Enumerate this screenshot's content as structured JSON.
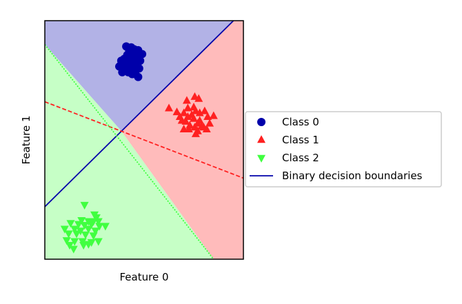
{
  "chart_data": {
    "type": "scatter",
    "xlabel": "Feature 0",
    "ylabel": "Feature 1",
    "xlim": [
      -10.0,
      10.0
    ],
    "ylim": [
      -10.0,
      15.0
    ],
    "ticks_shown": false,
    "grid": false,
    "legend_placement": "center-right, outside axes",
    "regions": [
      {
        "class": "Class 0",
        "color": "#b2b2e6"
      },
      {
        "class": "Class 1",
        "color": "#ffbbbb"
      },
      {
        "class": "Class 2",
        "color": "#c6ffc6"
      }
    ],
    "series": [
      {
        "name": "Class 0",
        "marker": "circle",
        "color": "#0000aa",
        "points": [
          [
            -1.8,
            12.3
          ],
          [
            -1.3,
            12.2
          ],
          [
            -1.0,
            12.0
          ],
          [
            -0.6,
            11.9
          ],
          [
            -1.5,
            11.8
          ],
          [
            -0.9,
            11.7
          ],
          [
            -1.7,
            11.4
          ],
          [
            -1.2,
            11.3
          ],
          [
            -0.7,
            11.4
          ],
          [
            -0.2,
            11.5
          ],
          [
            -2.0,
            11.0
          ],
          [
            -1.5,
            11.0
          ],
          [
            -1.0,
            11.0
          ],
          [
            -0.4,
            10.8
          ],
          [
            -2.3,
            10.8
          ],
          [
            -1.6,
            10.6
          ],
          [
            -1.1,
            10.4
          ],
          [
            -0.7,
            10.2
          ],
          [
            -2.5,
            10.2
          ],
          [
            -1.9,
            10.0
          ],
          [
            -1.3,
            9.9
          ],
          [
            -0.9,
            9.6
          ],
          [
            -2.2,
            9.6
          ],
          [
            -0.6,
            9.1
          ],
          [
            -1.6,
            9.6
          ],
          [
            -1.2,
            9.4
          ],
          [
            -0.8,
            10.6
          ],
          [
            -1.4,
            11.6
          ],
          [
            -2.1,
            10.4
          ],
          [
            -0.5,
            10.0
          ]
        ]
      },
      {
        "name": "Class 1",
        "marker": "triangle-up",
        "color": "#ff2020",
        "points": [
          [
            5.1,
            7.0
          ],
          [
            5.5,
            6.8
          ],
          [
            4.3,
            6.6
          ],
          [
            2.5,
            5.8
          ],
          [
            5.0,
            5.9
          ],
          [
            4.4,
            5.8
          ],
          [
            5.2,
            5.5
          ],
          [
            6.1,
            5.5
          ],
          [
            3.3,
            5.4
          ],
          [
            4.0,
            5.3
          ],
          [
            5.6,
            5.3
          ],
          [
            4.8,
            5.1
          ],
          [
            7.0,
            5.0
          ],
          [
            3.6,
            4.9
          ],
          [
            4.4,
            4.9
          ],
          [
            6.4,
            4.9
          ],
          [
            5.0,
            4.7
          ],
          [
            5.6,
            4.5
          ],
          [
            3.8,
            4.5
          ],
          [
            4.2,
            4.4
          ],
          [
            5.4,
            4.2
          ],
          [
            6.6,
            4.2
          ],
          [
            4.6,
            4.0
          ],
          [
            5.1,
            3.8
          ],
          [
            4.0,
            3.6
          ],
          [
            6.0,
            3.8
          ],
          [
            5.4,
            3.4
          ],
          [
            4.5,
            3.6
          ],
          [
            5.8,
            3.9
          ],
          [
            6.3,
            3.6
          ],
          [
            5.2,
            3.1
          ]
        ]
      },
      {
        "name": "Class 2",
        "marker": "triangle-down",
        "color": "#40ff40",
        "points": [
          [
            -6.0,
            -4.3
          ],
          [
            -5.0,
            -5.3
          ],
          [
            -4.8,
            -5.6
          ],
          [
            -6.3,
            -5.9
          ],
          [
            -5.6,
            -6.0
          ],
          [
            -5.1,
            -6.0
          ],
          [
            -4.6,
            -6.0
          ],
          [
            -7.4,
            -6.2
          ],
          [
            -6.6,
            -6.3
          ],
          [
            -6.0,
            -6.4
          ],
          [
            -5.3,
            -6.3
          ],
          [
            -4.5,
            -6.5
          ],
          [
            -3.9,
            -6.5
          ],
          [
            -8.0,
            -6.8
          ],
          [
            -7.0,
            -6.8
          ],
          [
            -6.4,
            -7.0
          ],
          [
            -5.6,
            -6.8
          ],
          [
            -4.9,
            -7.0
          ],
          [
            -7.6,
            -7.3
          ],
          [
            -6.8,
            -7.3
          ],
          [
            -5.9,
            -7.4
          ],
          [
            -5.1,
            -7.5
          ],
          [
            -7.8,
            -8.0
          ],
          [
            -7.0,
            -8.1
          ],
          [
            -6.2,
            -8.1
          ],
          [
            -5.3,
            -8.2
          ],
          [
            -4.6,
            -8.1
          ],
          [
            -7.5,
            -8.5
          ],
          [
            -6.1,
            -8.5
          ],
          [
            -5.6,
            -8.4
          ],
          [
            -7.1,
            -8.9
          ]
        ]
      }
    ],
    "boundaries": [
      {
        "name": "Binary decision boundaries",
        "class": "Class 0",
        "color": "#0000aa",
        "style": "solid",
        "p1": [
          -10.0,
          -4.5
        ],
        "p2": [
          9.0,
          15.0
        ]
      },
      {
        "class": "Class 1",
        "color": "#ff2020",
        "style": "dashed",
        "p1": [
          -10.0,
          6.5
        ],
        "p2": [
          10.0,
          -1.5
        ]
      },
      {
        "class": "Class 2",
        "color": "#40ff40",
        "style": "dotted",
        "p1": [
          -10.0,
          12.5
        ],
        "p2": [
          7.0,
          -10.0
        ]
      }
    ],
    "legend": [
      {
        "label": "Class 0",
        "marker": "circle",
        "color": "#0000aa"
      },
      {
        "label": "Class 1",
        "marker": "triangle-up",
        "color": "#ff2020"
      },
      {
        "label": "Class 2",
        "marker": "triangle-down",
        "color": "#40ff40"
      },
      {
        "label": "Binary decision boundaries",
        "marker": "line",
        "color": "#0000aa"
      }
    ]
  }
}
